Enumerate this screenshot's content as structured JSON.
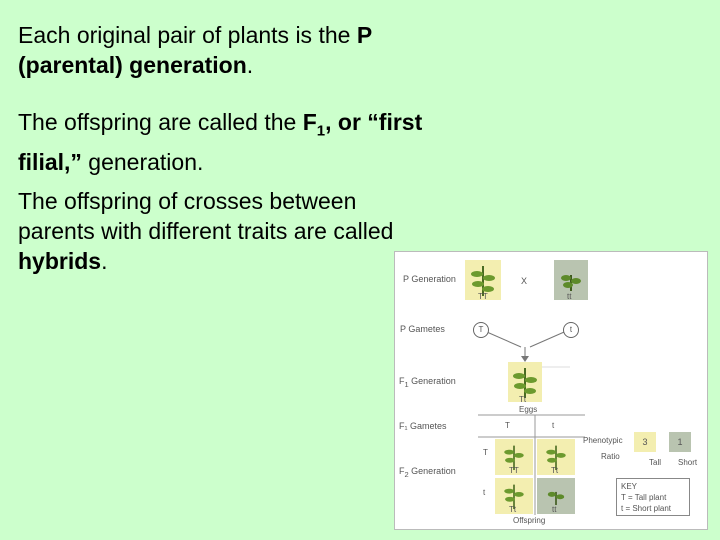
{
  "text": {
    "p1_normal": "Each original pair of plants is the ",
    "p1_bold": "P (parental) generation",
    "p1_end": ".",
    "p2_normal": "The offspring are called the ",
    "p2_bold_f": "F",
    "p2_bold_sub": "1",
    "p2_bold_rest": ", or “first filial,”",
    "p2_end": " generation.",
    "p3_normal": "The offspring of crosses between parents with different traits are called ",
    "p3_bold": "hybrids",
    "p3_end": "."
  },
  "figure": {
    "p_generation": "P Generation",
    "cross": "X",
    "tall_allele_label": "TT",
    "short_allele_label": "tt",
    "p_gametes": "P Gametes",
    "gamete_T": "T",
    "gamete_t": "t",
    "f1_generation_f": "F",
    "f1_generation_sub": "1",
    "f1_generation_rest": " Generation",
    "f1_label": "Tt",
    "eggs": "Eggs",
    "f1_gametes": "F₁ Gametes",
    "egg_T": "T",
    "egg_t": "t",
    "sperm_T": "T",
    "sperm_t": "t",
    "f2_generation_f": "F",
    "f2_generation_sub": "2",
    "f2_generation_rest": " Generation",
    "cell_TT": "TT",
    "cell_Tt1": "Tt",
    "cell_Tt2": "Tt",
    "cell_tt": "tt",
    "offspring": "Offspring",
    "phenotypic": "Phenotypic",
    "ratio": "Ratio",
    "ratio_tall": "3",
    "ratio_short": "1",
    "tall": "Tall",
    "short": "Short",
    "key_title": "KEY",
    "key_tall": "T = Tall plant",
    "key_short": "t = Short plant"
  },
  "colors": {
    "background": "#ccffcc",
    "tall_cell": "#f3eeb0",
    "short_cell": "#b9c4b0"
  }
}
